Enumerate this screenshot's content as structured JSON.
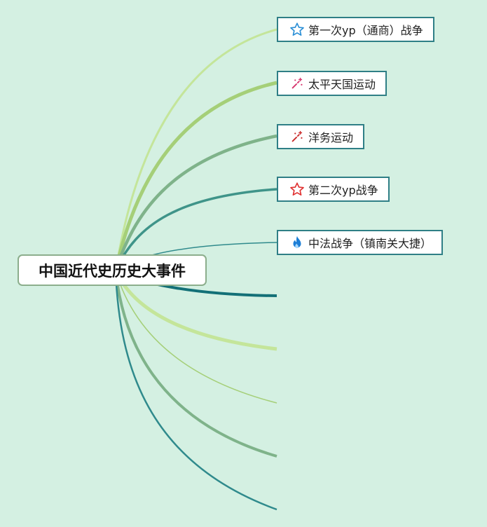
{
  "root": {
    "label": "中国近代史历史大事件"
  },
  "topics": [
    {
      "label": "第一次yp（通商）战争",
      "icon": "star-outline-icon",
      "color": "#2b8fd6"
    },
    {
      "label": "太平天国运动",
      "icon": "sparkle-wand-icon",
      "color": "#d6336c"
    },
    {
      "label": "洋务运动",
      "icon": "sparkle-wand-icon",
      "color": "#c92a2a"
    },
    {
      "label": "第二次yp战争",
      "icon": "star-outline-icon",
      "color": "#e03131"
    },
    {
      "label": "中法战争（镇南关大捷）",
      "icon": "flame-icon",
      "color": "#1c7ed6"
    }
  ],
  "colors": {
    "background": "#d4f0e2",
    "branches": [
      "#c4e59a",
      "#a5cf78",
      "#7fb38a",
      "#3f9489",
      "#2f8a8c",
      "#137077",
      "#c4e59a",
      "#a5cf78",
      "#7fb38a",
      "#2f8a8c"
    ]
  }
}
